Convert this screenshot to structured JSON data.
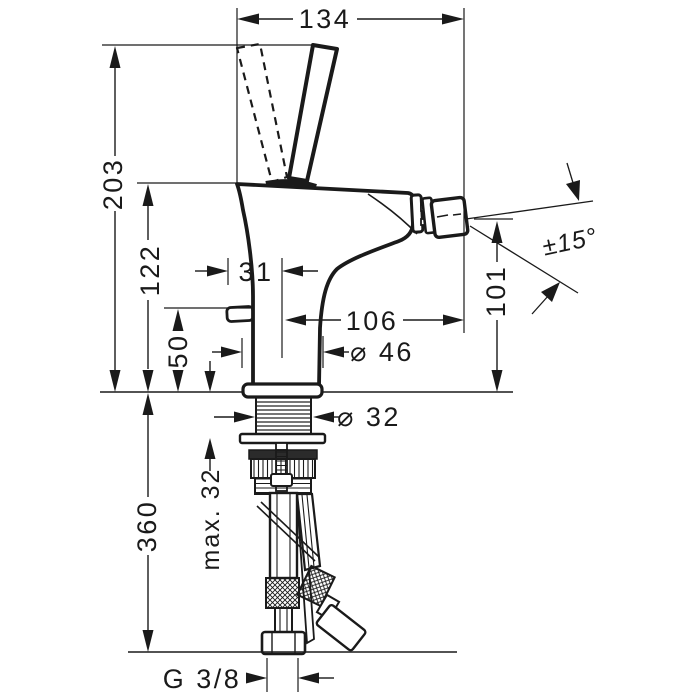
{
  "drawing": {
    "kind": "technical-dimension-drawing"
  },
  "dims": {
    "spout_width": "134",
    "total_height": "203",
    "body_height": "122",
    "rod_offset": "31",
    "knob_height": "50",
    "spout_reach": "106",
    "base_diameter": "⌀ 46",
    "outlet_height": "101",
    "swivel_range": "±15°",
    "shank_diameter": "⌀ 32",
    "clamping_depth": "max. 32",
    "hose_length": "360",
    "connection_thread": "G 3/8"
  }
}
